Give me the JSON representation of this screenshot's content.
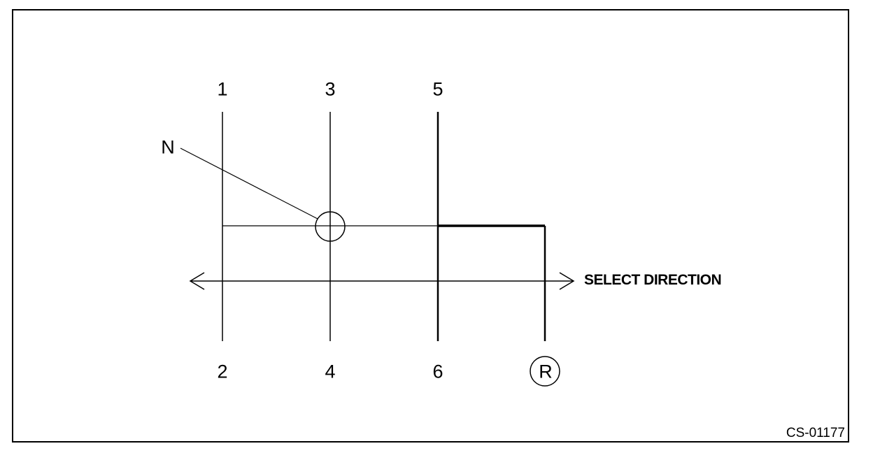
{
  "gear_labels": {
    "g1": "1",
    "g2": "2",
    "g3": "3",
    "g4": "4",
    "g5": "5",
    "g6": "6",
    "reverse": "R",
    "neutral": "N"
  },
  "select_direction_label": "SELECT DIRECTION",
  "figure_code": "CS-01177"
}
